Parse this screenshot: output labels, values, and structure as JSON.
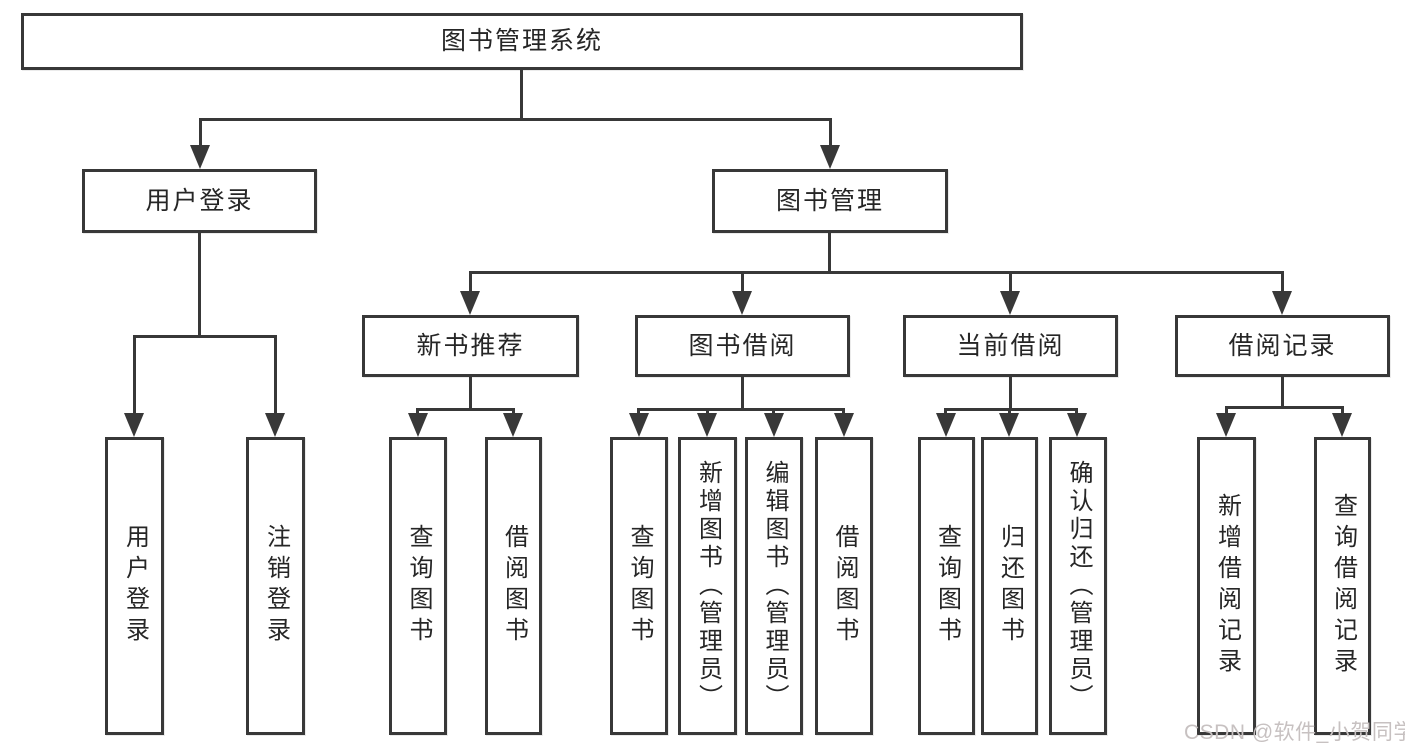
{
  "tree": {
    "label": "图书管理系统",
    "children": [
      {
        "label": "用户登录",
        "children": [
          {
            "label": "用户登录"
          },
          {
            "label": "注销登录"
          }
        ]
      },
      {
        "label": "图书管理",
        "children": [
          {
            "label": "新书推荐",
            "children": [
              {
                "label": "查询图书"
              },
              {
                "label": "借阅图书"
              }
            ]
          },
          {
            "label": "图书借阅",
            "children": [
              {
                "label": "查询图书"
              },
              {
                "label": "新增图书（管理员）"
              },
              {
                "label": "编辑图书（管理员）"
              },
              {
                "label": "借阅图书"
              }
            ]
          },
          {
            "label": "当前借阅",
            "children": [
              {
                "label": "查询图书"
              },
              {
                "label": "归还图书"
              },
              {
                "label": "确认归还（管理员）"
              }
            ]
          },
          {
            "label": "借阅记录",
            "children": [
              {
                "label": "新增借阅记录"
              },
              {
                "label": "查询借阅记录"
              }
            ]
          }
        ]
      }
    ]
  },
  "watermark": {
    "text": "CSDN @软件_小贺同学"
  },
  "colors": {
    "line": "#383838",
    "text": "#262626",
    "watermark": "#c7c1c1",
    "background": "#ffffff"
  }
}
